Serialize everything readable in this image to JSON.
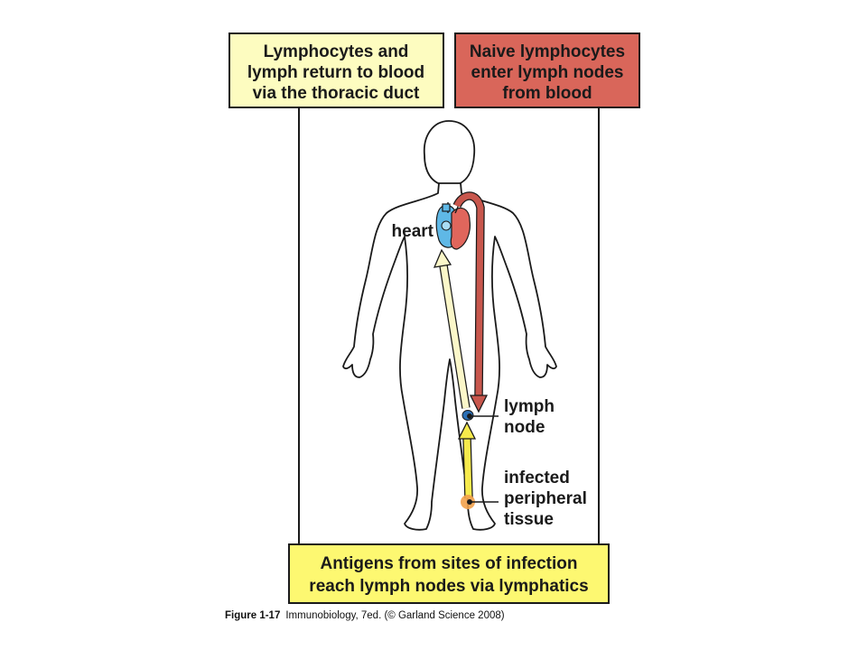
{
  "boxes": {
    "top_left": {
      "lines": [
        "Lymphocytes and",
        "lymph return to blood",
        "via the thoracic duct"
      ],
      "fill": "#fdfcc0"
    },
    "top_right": {
      "lines": [
        "Naive lymphocytes",
        "enter lymph nodes",
        "from blood"
      ],
      "fill": "#d9665a"
    },
    "bottom": {
      "lines": [
        "Antigens from sites of infection",
        "reach lymph nodes via lymphatics"
      ],
      "fill": "#fdf871"
    }
  },
  "labels": {
    "heart": "heart",
    "lymph_node": [
      "lymph",
      "node"
    ],
    "infected_tissue": [
      "infected",
      "peripheral",
      "tissue"
    ]
  },
  "caption": {
    "figure": "Figure 1-17",
    "source": "Immunobiology, 7ed. (© Garland Science 2008)"
  },
  "colors": {
    "blood_arrow": "#c8574d",
    "thoracic_arrow": "#fbf7c9",
    "lymphatic_arrow": "#f6ea4c",
    "lymph_node": "#2a6fb5",
    "infection": "#f2a14b",
    "heart_blue": "#5fb8e6",
    "heart_red": "#e0665c"
  }
}
